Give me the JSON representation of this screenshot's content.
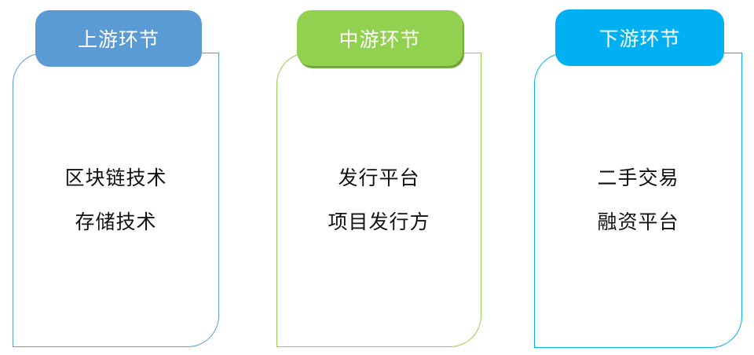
{
  "diagram": {
    "background": "#FFFFFF",
    "header_text_color": "#FFFFFF",
    "text_color": "#111111",
    "cards": [
      {
        "header": "上游环节",
        "header_color": "#5B9BD5",
        "border_color": "#5B9BD5",
        "items": [
          "区块链技术",
          "存储技术"
        ]
      },
      {
        "header": "中游环节",
        "header_color": "#92D050",
        "border_color": "#92D050",
        "header_shadow": "2px 3px 1px #6FA433",
        "items": [
          "发行平台",
          "项目发行方"
        ]
      },
      {
        "header": "下游环节",
        "header_color": "#00B0F0",
        "border_color": "#00B0F0",
        "items": [
          "二手交易",
          "融资平台"
        ]
      }
    ]
  }
}
